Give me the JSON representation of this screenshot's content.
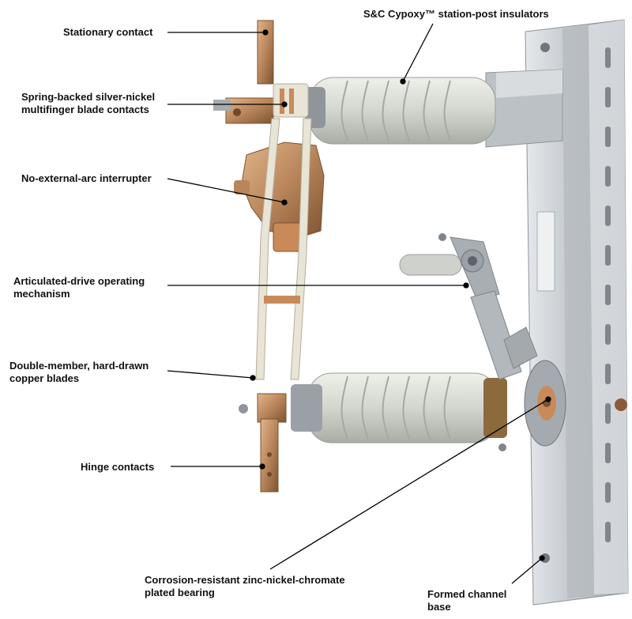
{
  "labels": {
    "stationary_contact": "Stationary contact",
    "blade_contacts": [
      "Spring-backed silver-nickel",
      "multifinger blade contacts"
    ],
    "interrupter": "No-external-arc interrupter",
    "drive_mechanism": [
      "Articulated-drive operating",
      "mechanism"
    ],
    "copper_blades": [
      "Double-member, hard-drawn",
      "copper blades"
    ],
    "hinge_contacts": "Hinge contacts",
    "bearing": [
      "Corrosion-resistant zinc-nickel-chromate",
      "plated bearing"
    ],
    "insulators": "S&C Cypoxy™ station-post insulators",
    "channel_base": [
      "Formed channel",
      "base"
    ]
  },
  "colors": {
    "text": "#111111",
    "leader": "#000000",
    "galvanized_steel": "#c9cdd1",
    "insulator": "#d7dad3",
    "bronze": "#b9855a",
    "copper": "#c98a5a",
    "blade_white": "#e8e4d6"
  }
}
